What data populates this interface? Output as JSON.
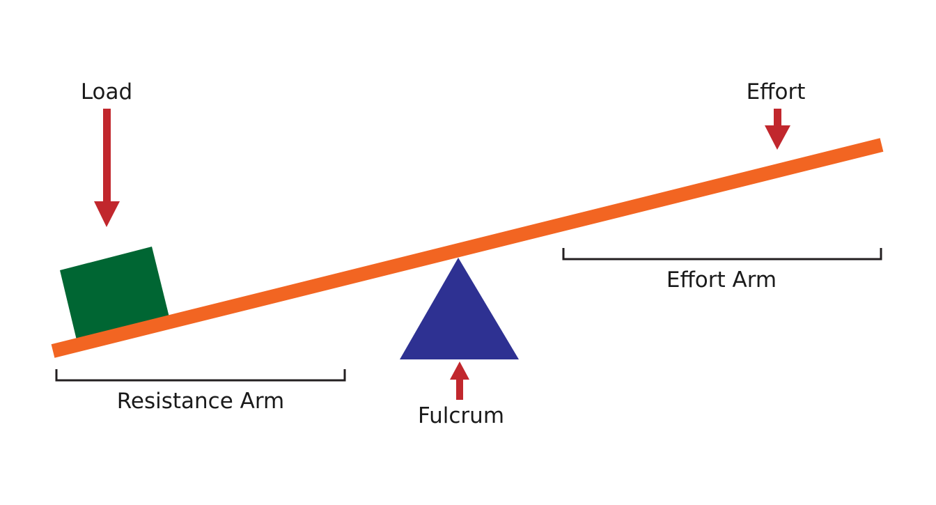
{
  "labels": {
    "load": "Load",
    "effort": "Effort",
    "effort_arm": "Effort Arm",
    "resistance_arm": "Resistance Arm",
    "fulcrum": "Fulcrum"
  },
  "colors": {
    "lever": "#f26522",
    "load_box": "#006633",
    "fulcrum": "#2e3192",
    "arrow": "#c1272d",
    "bracket": "#231f20"
  }
}
